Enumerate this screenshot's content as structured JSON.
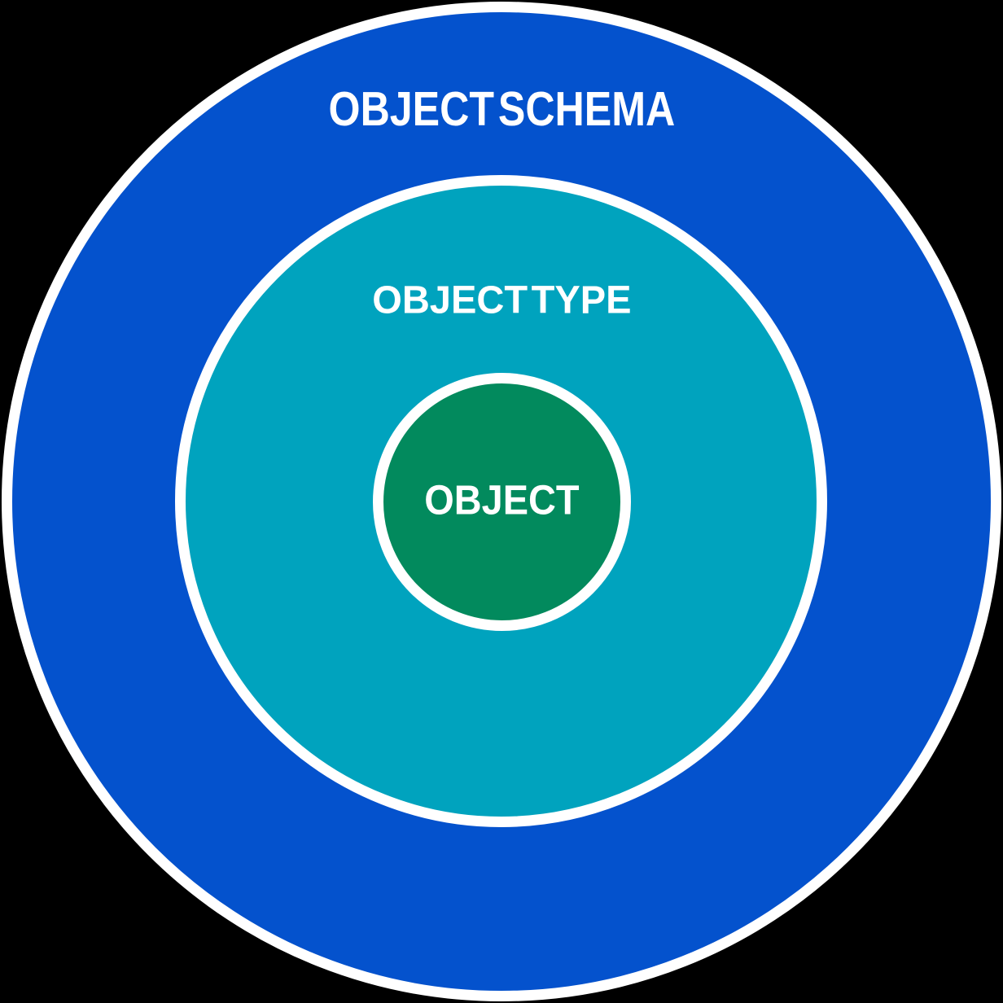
{
  "diagram": {
    "type": "nested-circles",
    "background_color": "#000000",
    "ring_stroke_color": "#ffffff",
    "label_color": "#ffffff",
    "rings": [
      {
        "label": "OBJECT SCHEMA",
        "fill": "#0452cd"
      },
      {
        "label": "OBJECT TYPE",
        "fill": "#00a3be"
      },
      {
        "label": "OBJECT",
        "fill": "#028a5d"
      }
    ]
  }
}
